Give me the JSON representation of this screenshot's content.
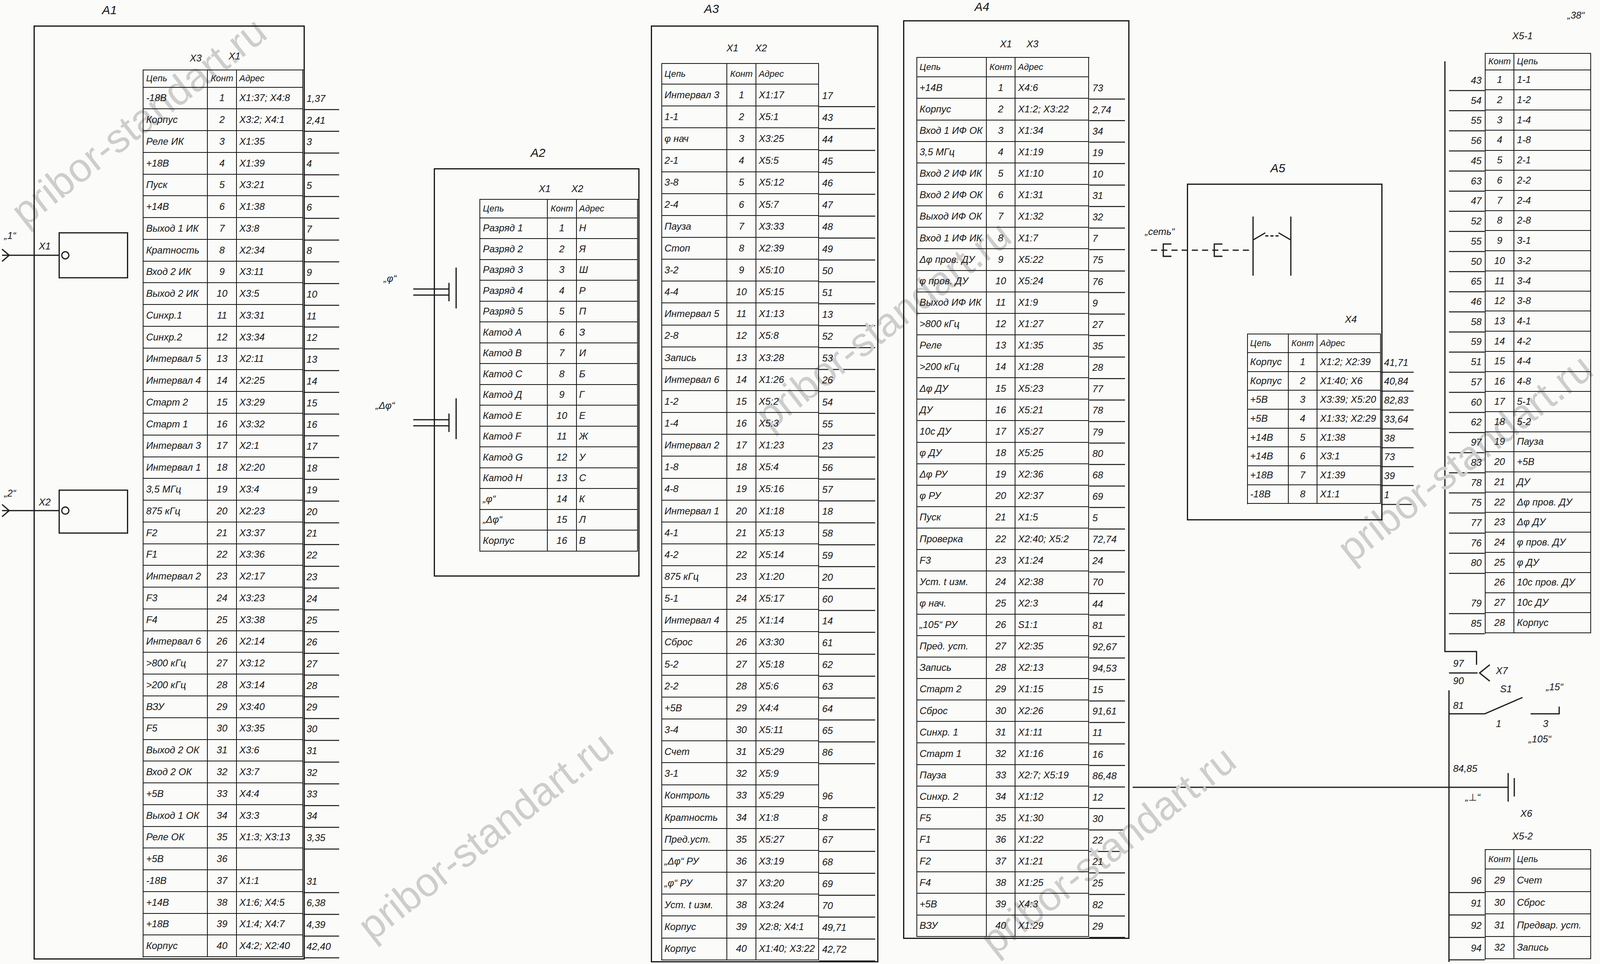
{
  "diagram": {
    "nodes": [
      {
        "text": [
          "A1"
        ]
      },
      {
        "in": 0,
        "text": [
          "Цепь",
          "Конт",
          "Адрес",
          "-18В",
          "1",
          "X1:37; X4:8",
          "Корпус",
          "2",
          "X3:2; X4:1",
          "Реле ИК",
          "3",
          "X1:35",
          "+18В",
          "4",
          "X1:39",
          "Пуск",
          "5",
          "X3:21",
          "+14В",
          "6",
          "X1:38",
          "Выход 1 ИК",
          "7",
          "X3:8",
          "Кратность",
          "8",
          "X2:34",
          "Вход 2 ИК",
          "9",
          "X3:11",
          "Выход 2 ИК",
          "10",
          "X3:5",
          "Синхр.1",
          "11",
          "X3:31",
          "Синхр.2",
          "12",
          "X3:34",
          "Интервал 5",
          "13",
          "X2:11",
          "Интервал 4",
          "14",
          "X2:25",
          "Старт 2",
          "15",
          "X3:29",
          "Старт 1",
          "16",
          "X3:32",
          "Интервал 3",
          "17",
          "X2:1",
          "Интервал 1",
          "18",
          "X2:20",
          "3,5 МГц",
          "19",
          "X3:4",
          "875 кГц",
          "20",
          "X2:23",
          "F2",
          "21",
          "X3:37",
          "F1",
          "22",
          "X3:36",
          "Интервал 2",
          "23",
          "X2:17",
          "F3",
          "24",
          "X3:23",
          "F4",
          "25",
          "X3:38",
          "Интервал 6",
          "26",
          "X2:14",
          ">800 кГц",
          "27",
          "X3:12",
          ">200 кГц",
          "28",
          "X3:14",
          "ВЗУ",
          "29",
          "X3:40",
          "F5",
          "30",
          "X3:35",
          "Выход 2 ОК",
          "31",
          "X3:6",
          "Вход 2 ОК",
          "32",
          "X3:7",
          "+5В",
          "33",
          "X4:4",
          "Выход 1 ОК",
          "34",
          "X3:3",
          "Реле ОК",
          "35",
          "X1:3; X3:13",
          "+5В",
          "36",
          "-18В",
          "37",
          "X1:1",
          "+14В",
          "38",
          "X1:6; X4:5",
          "+18В",
          "39",
          "X1:4; X4:7",
          "Корпус",
          "40",
          "X4:2; X2:40"
        ]
      },
      {
        "text": [
          "A2"
        ]
      },
      {
        "in": 2,
        "text": [
          "Цепь",
          "Конт",
          "Адрес",
          "Разряд 1",
          "1",
          "Н",
          "Разряд 2",
          "2",
          "Я",
          "Разряд 3",
          "3",
          "Ш",
          "Разряд 4",
          "4",
          "Р",
          "Разряд 5",
          "5",
          "П",
          "Катод А",
          "6",
          "З",
          "Катод В",
          "7",
          "И",
          "Катод С",
          "8",
          "Б",
          "Катод Д",
          "9",
          "Г",
          "Катод Е",
          "10",
          "Е",
          "Катод F",
          "11",
          "Ж",
          "Катод G",
          "12",
          "У",
          "Катод Н",
          "13",
          "С",
          "„φ“",
          "14",
          "К",
          "„Δφ“",
          "15",
          "Л",
          "Корпус",
          "16",
          "В"
        ]
      },
      {
        "text": [
          "A3"
        ]
      },
      {
        "in": 4,
        "text": [
          "Цепь",
          "Конт",
          "Адрес",
          "Интервал 3",
          "1",
          "X1:17",
          "1-1",
          "2",
          "X5:1",
          "φ нач",
          "3",
          "X3:25",
          "2-1",
          "4",
          "X5:5",
          "3-8",
          "5",
          "X5:12",
          "2-4",
          "6",
          "X5:7",
          "Пауза",
          "7",
          "X3:33",
          "Стоп",
          "8",
          "X2:39",
          "3-2",
          "9",
          "X5:10",
          "4-4",
          "10",
          "X5:15",
          "Интервал 5",
          "11",
          "X1:13",
          "2-8",
          "12",
          "X5:8",
          "Запись",
          "13",
          "X3:28",
          "Интервал 6",
          "14",
          "X1:26",
          "1-2",
          "15",
          "X5:2",
          "1-4",
          "16",
          "X5:3",
          "Интервал 2",
          "17",
          "X1:23",
          "1-8",
          "18",
          "X5:4",
          "4-8",
          "19",
          "X5:16",
          "Интервал 1",
          "20",
          "X1:18",
          "4-1",
          "21",
          "X5:13",
          "4-2",
          "22",
          "X5:14",
          "875 кГц",
          "23",
          "X1:20",
          "5-1",
          "24",
          "X5:17",
          "Интервал 4",
          "25",
          "X1:14",
          "Сброс",
          "26",
          "X3:30",
          "5-2",
          "27",
          "X5:18",
          "2-2",
          "28",
          "X5:6",
          "+5В",
          "29",
          "X4:4",
          "3-4",
          "30",
          "X5:11",
          "Счет",
          "31",
          "X5:29",
          "3-1",
          "32",
          "X5:9",
          "Контроль",
          "33",
          "X5:29",
          "Кратность",
          "34",
          "X1:8",
          "Пред.уст.",
          "35",
          "X5:27",
          "„Δφ“ РУ",
          "36",
          "X3:19",
          "„φ“ РУ",
          "37",
          "X3:20",
          "Уст. t изм.",
          "38",
          "X3:24",
          "Корпус",
          "39",
          "X2:8; X4:1",
          "Корпус",
          "40",
          "X1:40; X3:22"
        ]
      },
      {
        "text": [
          "A4"
        ]
      },
      {
        "in": 6,
        "text": [
          "Цепь",
          "Конт",
          "Адрес",
          "+14В",
          "1",
          "X4:6",
          "Корпус",
          "2",
          "X1:2; X3:22",
          "Вход 1 ИФ ОК",
          "3",
          "X1:34",
          "3,5 МГц",
          "4",
          "X1:19",
          "Вход 2 ИФ ИК",
          "5",
          "X1:10",
          "Вход 2 ИФ ОК",
          "6",
          "X1:31",
          "Выход ИФ ОК",
          "7",
          "X1:32",
          "Вход 1 ИФ ИК",
          "8",
          "X1:7",
          "Δφ пров. ДУ",
          "9",
          "X5:22",
          "φ пров. ДУ",
          "10",
          "X5:24",
          "Выход ИФ ИК",
          "11",
          "X1:9",
          ">800 кГц",
          "12",
          "X1:27",
          "Реле",
          "13",
          "X1:35",
          ">200 кГц",
          "14",
          "X1:28",
          "Δφ ДУ",
          "15",
          "X5:23",
          "ДУ",
          "16",
          "X5:21",
          "10с ДУ",
          "17",
          "X5:27",
          "φ ДУ",
          "18",
          "X5:25",
          "Δφ РУ",
          "19",
          "X2:36",
          "φ РУ",
          "20",
          "X2:37",
          "Пуск",
          "21",
          "X1:5",
          "Проверка",
          "22",
          "X2:40; X5:2",
          "F3",
          "23",
          "X1:24",
          "Уст. t изм.",
          "24",
          "X2:38",
          "φ нач.",
          "25",
          "X2:3",
          "„105“ РУ",
          "26",
          "S1:1",
          "Пред. уст.",
          "27",
          "X2:35",
          "Запись",
          "28",
          "X2:13",
          "Старт 2",
          "29",
          "X1:15",
          "Сброс",
          "30",
          "X2:26",
          "Синхр. 1",
          "31",
          "X1:11",
          "Старт 1",
          "32",
          "X1:16",
          "Пауза",
          "33",
          "X2:7; X5:19",
          "Синхр. 2",
          "34",
          "X1:12",
          "F5",
          "35",
          "X1:30",
          "F1",
          "36",
          "X1:22",
          "F2",
          "37",
          "X1:21",
          "F4",
          "38",
          "X1:25",
          "+5В",
          "39",
          "X4:3",
          "ВЗУ",
          "40",
          "X1:29"
        ]
      },
      {
        "text": [
          "A5"
        ]
      },
      {
        "in": 8,
        "text": [
          "Цепь",
          "Конт",
          "Адрес",
          "Корпус",
          "1",
          "X1:2; X2:39",
          "Корпус",
          "2",
          "X1:40; X6",
          "+5В",
          "3",
          "X3:39; X5:20",
          "+5В",
          "4",
          "X1:33; X2:29",
          "+14В",
          "5",
          "X1:38",
          "+14В",
          "6",
          "X3:1",
          "+18В",
          "7",
          "X1:39",
          "-18В",
          "8",
          "X1:1"
        ]
      },
      {
        "text": [
          "Конт",
          "Цепь",
          "1",
          "1-1",
          "2",
          "1-2",
          "3",
          "1-4",
          "4",
          "1-8",
          "5",
          "2-1",
          "6",
          "2-2",
          "7",
          "2-4",
          "8",
          "2-8",
          "9",
          "3-1",
          "10",
          "3-2",
          "11",
          "3-4",
          "12",
          "3-8",
          "13",
          "4-1",
          "14",
          "4-2",
          "15",
          "4-4",
          "16",
          "4-8",
          "17",
          "5-1",
          "18",
          "5-2",
          "19",
          "Пауза",
          "20",
          "+5В",
          "21",
          "ДУ",
          "22",
          "Δφ пров. ДУ",
          "23",
          "Δφ ДУ",
          "24",
          "φ пров. ДУ",
          "25",
          "φ ДУ",
          "26",
          "10с пров. ДУ",
          "27",
          "10с ДУ",
          "28",
          "Корпус"
        ]
      },
      {
        "text": [
          "Конт",
          "Цепь",
          "29",
          "Счет",
          "30",
          "Сброс",
          "31",
          "Предвар. уст.",
          "32",
          "Запись"
        ]
      }
    ],
    "labels": [
      "X3",
      "X1",
      "„1“",
      "X1",
      "„2“",
      "X2",
      "1,37",
      "2,41",
      "3",
      "4",
      "5",
      "6",
      "7",
      "8",
      "9",
      "10",
      "11",
      "12",
      "13",
      "14",
      "15",
      "16",
      "17",
      "18",
      "19",
      "20",
      "21",
      "22",
      "23",
      "24",
      "25",
      "26",
      "27",
      "28",
      "29",
      "30",
      "31",
      "32",
      "33",
      "34",
      "3,35",
      "31",
      "6,38",
      "4,39",
      "42,40",
      "X1",
      "X2",
      "„φ“",
      "„Δφ“",
      "X1",
      "X2",
      "17",
      "43",
      "44",
      "45",
      "46",
      "47",
      "48",
      "49",
      "50",
      "51",
      "13",
      "52",
      "53",
      "26",
      "54",
      "55",
      "23",
      "56",
      "57",
      "18",
      "58",
      "59",
      "20",
      "60",
      "14",
      "61",
      "62",
      "63",
      "64",
      "65",
      "86",
      "96",
      "8",
      "67",
      "68",
      "69",
      "70",
      "49,71",
      "42,72",
      "X1",
      "X3",
      "73",
      "2,74",
      "34",
      "19",
      "10",
      "31",
      "32",
      "7",
      "75",
      "76",
      "9",
      "27",
      "35",
      "28",
      "77",
      "78",
      "79",
      "80",
      "68",
      "69",
      "5",
      "72,74",
      "24",
      "70",
      "44",
      "81",
      "92,67",
      "94,53",
      "15",
      "91,61",
      "11",
      "16",
      "86,48",
      "12",
      "30",
      "22",
      "21",
      "25",
      "82",
      "29",
      "„сеть“",
      "X4",
      "41,71",
      "40,84",
      "82,83",
      "33,64",
      "38",
      "73",
      "39",
      "1",
      "X5-1",
      "„38“",
      "43",
      "54",
      "55",
      "56",
      "45",
      "63",
      "47",
      "52",
      "55",
      "50",
      "65",
      "46",
      "58",
      "59",
      "51",
      "57",
      "60",
      "62",
      "97",
      "83",
      "78",
      "75",
      "77",
      "76",
      "80",
      "79",
      "85",
      "X7",
      "97",
      "90",
      "S1",
      "„15“",
      "1",
      "3",
      "81",
      "„105“",
      "84,85",
      "„⊥“",
      "X6",
      "X5-2",
      "96",
      "91",
      "92",
      "94",
      "pribor-standart.ru",
      "pribor-standart.ru",
      "pribor-standart.ru",
      "pribor-standart.ru",
      "pribor-standart.ru"
    ]
  }
}
